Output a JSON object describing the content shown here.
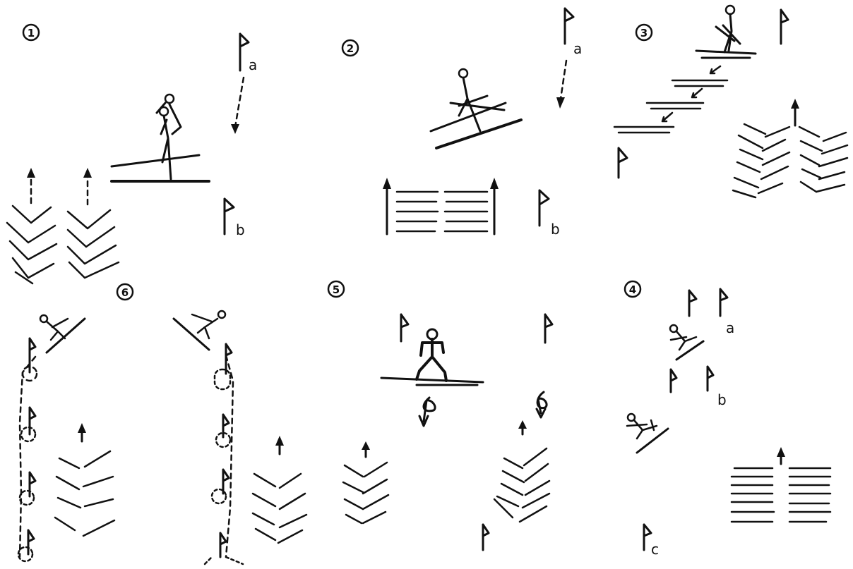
{
  "panels": [
    {
      "id": "p1",
      "number": "1",
      "flags": [
        "a",
        "b"
      ]
    },
    {
      "id": "p2",
      "number": "2",
      "flags": [
        "a",
        "b"
      ]
    },
    {
      "id": "p3",
      "number": "3",
      "flags": []
    },
    {
      "id": "p4",
      "number": "4",
      "flags": [
        "a",
        "b",
        "c"
      ]
    },
    {
      "id": "p5",
      "number": "5",
      "flags": []
    },
    {
      "id": "p6",
      "number": "6",
      "flags": []
    }
  ],
  "ink_color": "#111111",
  "background": "#ffffff"
}
